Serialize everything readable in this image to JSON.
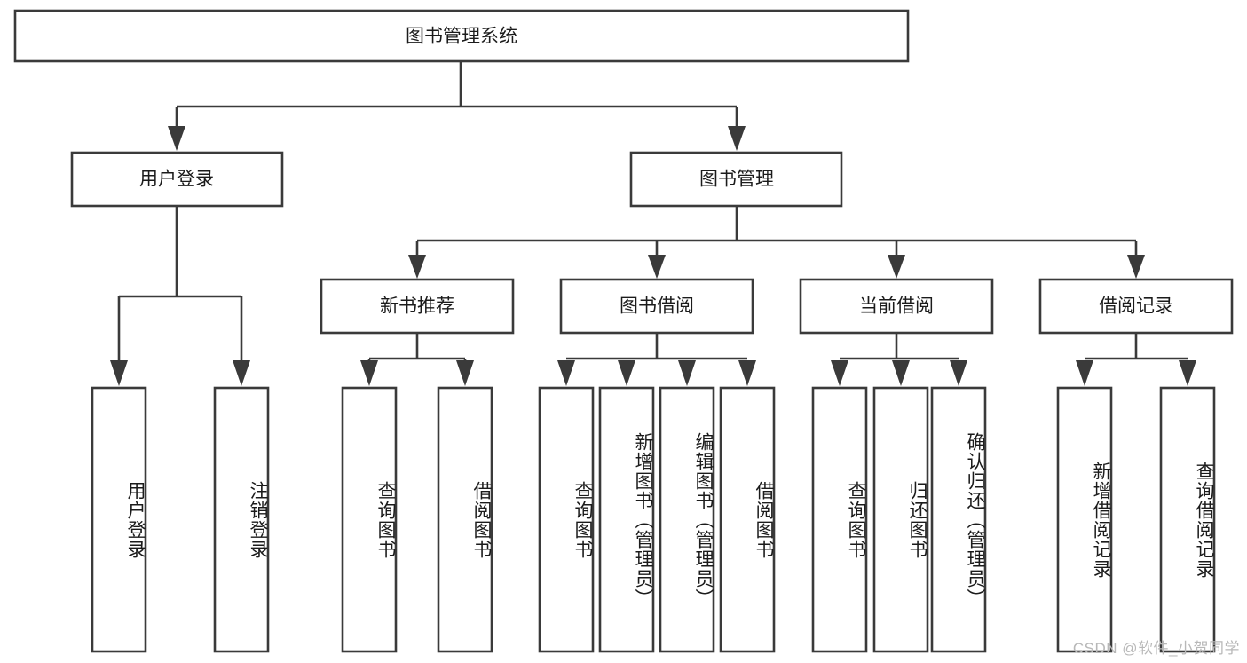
{
  "diagram": {
    "title": "图书管理系统",
    "type": "tree",
    "watermark": "CSDN @软件_小贺同学",
    "colors": {
      "stroke": "#3a3a3a",
      "fill": "#ffffff",
      "text": "#1b1b1b",
      "watermark": "#b8b8b8"
    },
    "root": {
      "label": "图书管理系统"
    },
    "level2": [
      {
        "label": "用户登录"
      },
      {
        "label": "图书管理"
      }
    ],
    "level3": [
      {
        "label": "新书推荐"
      },
      {
        "label": "图书借阅"
      },
      {
        "label": "当前借阅"
      },
      {
        "label": "借阅记录"
      }
    ],
    "leaves": {
      "user_login": [
        {
          "label": "用户登录"
        },
        {
          "label": "注销登录"
        }
      ],
      "new_book": [
        {
          "label": "查询图书"
        },
        {
          "label": "借阅图书"
        }
      ],
      "book_borrow": [
        {
          "label": "查询图书"
        },
        {
          "label": "新增图书（管理员）"
        },
        {
          "label": "编辑图书（管理员）"
        },
        {
          "label": "借阅图书"
        }
      ],
      "current_borrow": [
        {
          "label": "查询图书"
        },
        {
          "label": "归还图书"
        },
        {
          "label": "确认归还（管理员）"
        }
      ],
      "borrow_record": [
        {
          "label": "新增借阅记录"
        },
        {
          "label": "查询借阅记录"
        }
      ]
    }
  }
}
